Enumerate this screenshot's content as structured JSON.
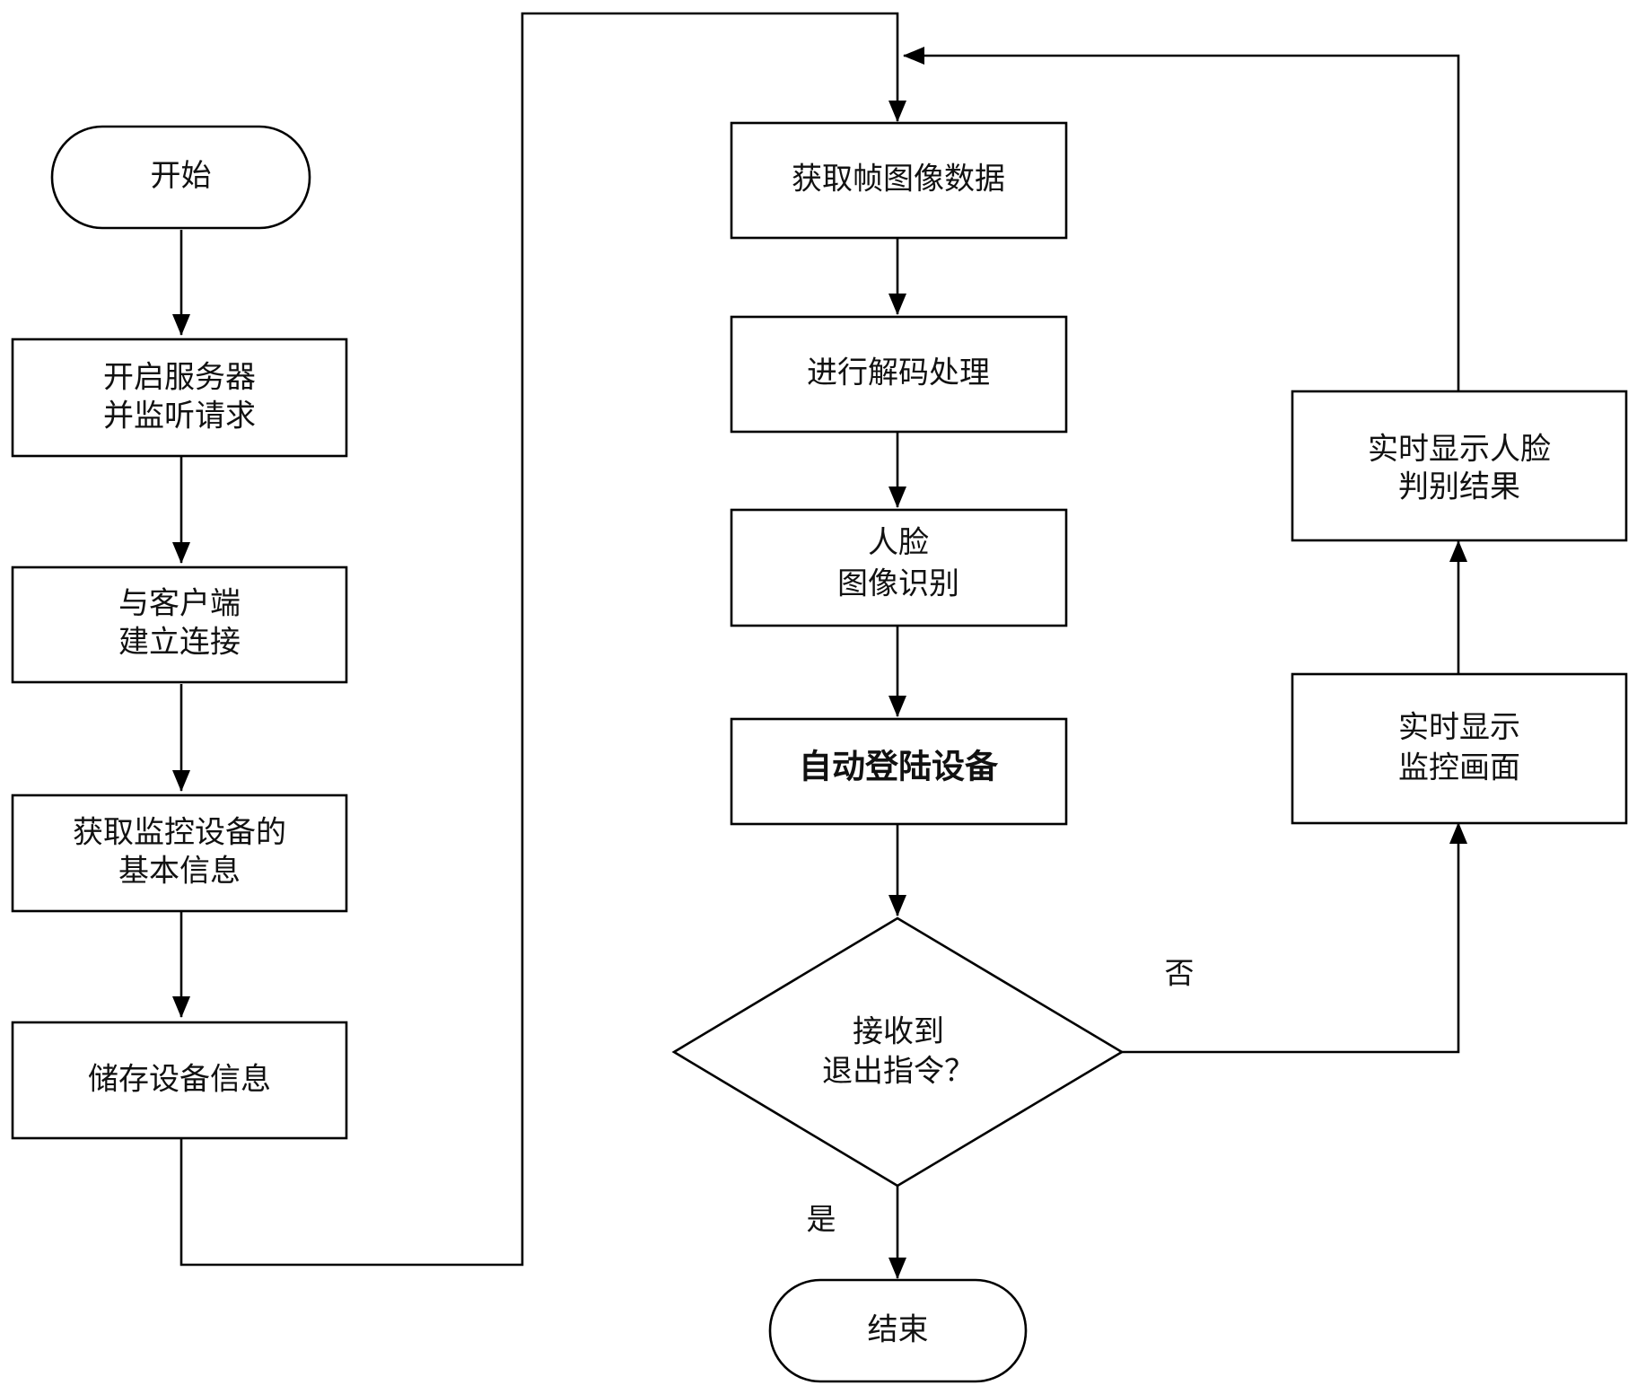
{
  "nodes": {
    "start": [
      "开始"
    ],
    "start_server": [
      "开启服务器",
      "并监听请求"
    ],
    "connect_client": [
      "与客户端",
      "建立连接"
    ],
    "get_device_info": [
      "获取监控设备的",
      "基本信息"
    ],
    "store_device_info": [
      "储存设备信息"
    ],
    "get_frame": [
      "获取帧图像数据"
    ],
    "decode": [
      "进行解码处理"
    ],
    "face_recognition": [
      "人脸",
      "图像识别"
    ],
    "auto_login": [
      "自动登陆设备"
    ],
    "exit_decision": [
      "接收到",
      "退出指令？"
    ],
    "show_monitor": [
      "实时显示",
      "监控画面"
    ],
    "show_face_result": [
      "实时显示人脸",
      "判别结果"
    ],
    "end": [
      "结束"
    ]
  },
  "branches": {
    "no": "否",
    "yes": "是"
  }
}
